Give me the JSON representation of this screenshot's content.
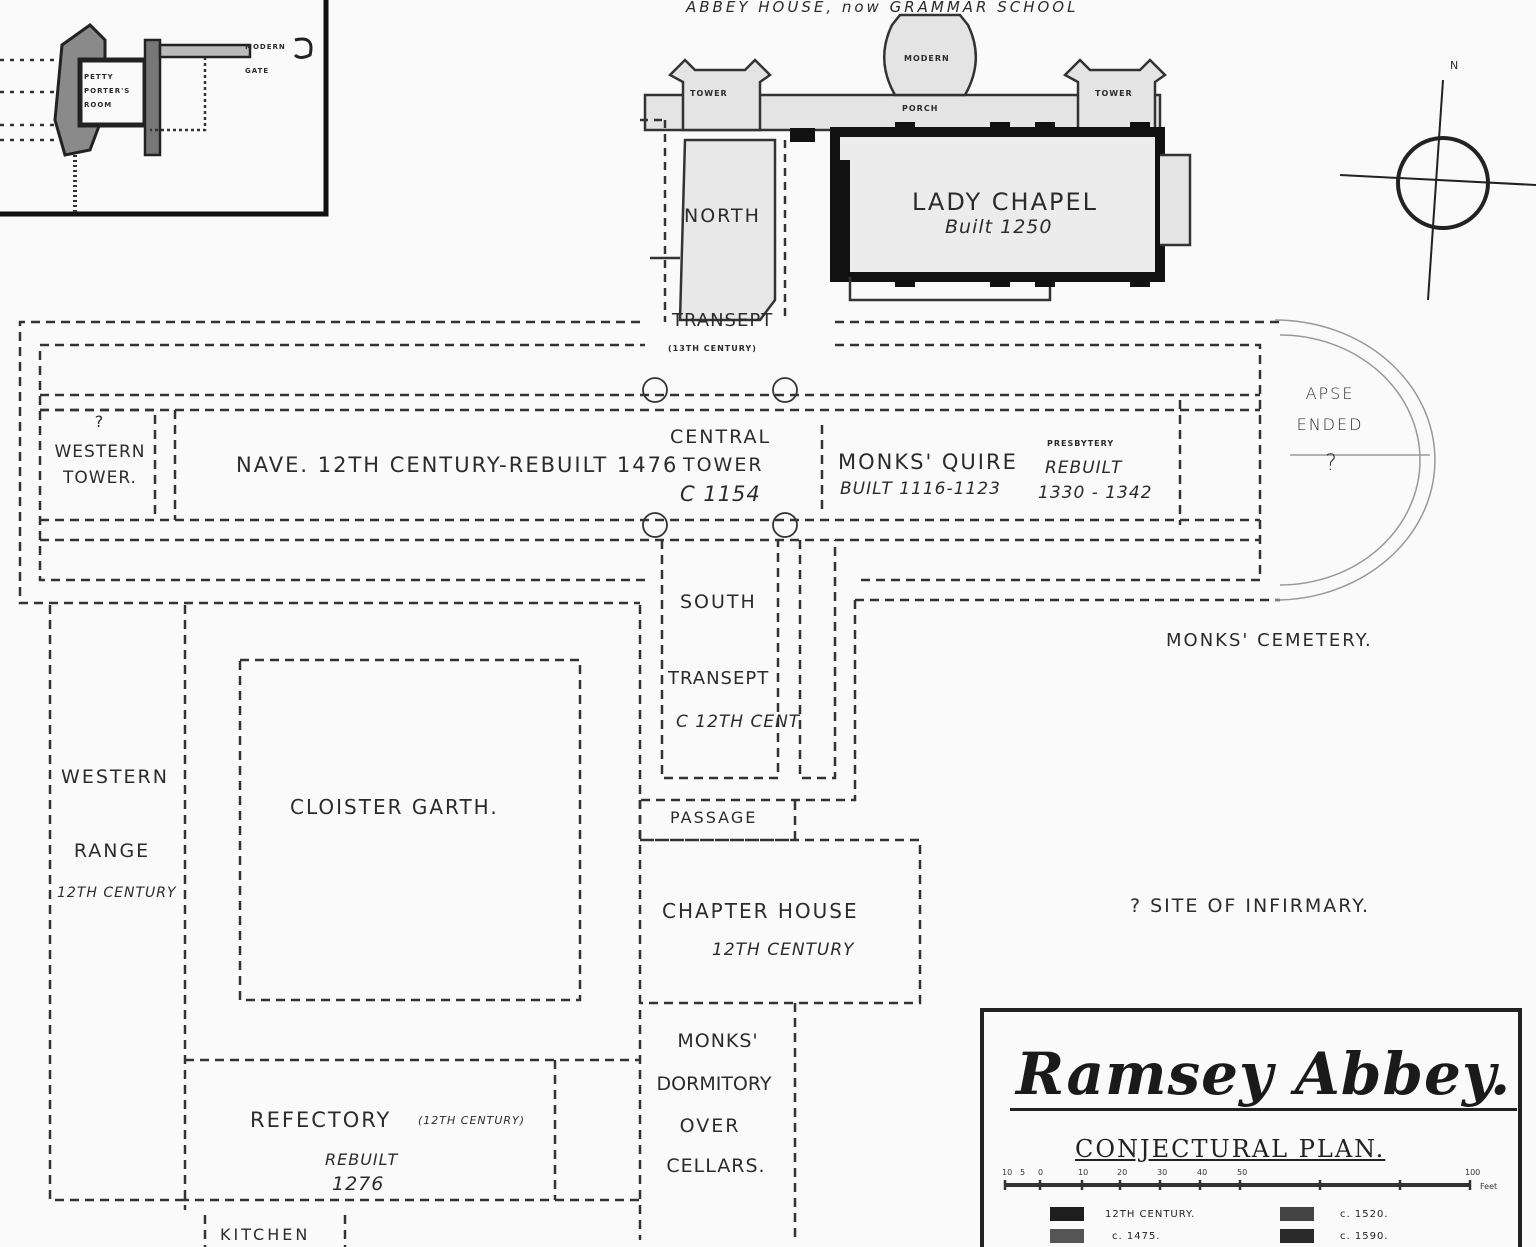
{
  "title": "Ramsey Abbey.",
  "subtitle": "CONJECTURAL PLAN.",
  "top_note": "ABBEY HOUSE, now GRAMMAR SCHOOL",
  "inset": {
    "porters_room": "PETTY PORTER'S ROOM",
    "gate": "MODERN GATE"
  },
  "labels": {
    "tower_left": "TOWER",
    "tower_right": "TOWER",
    "porch_upper": "MODERN",
    "porch": "PORCH",
    "north": "NORTH",
    "transept_n": "TRANSEPT",
    "transept_n_note": "(13TH CENTURY)",
    "lady_chapel": "LADY CHAPEL",
    "lady_chapel_note": "Built 1250",
    "western_tower_q": "?",
    "western_tower": "WESTERN",
    "western_tower2": "TOWER.",
    "nave": "NAVE. 12TH CENTURY-REBUILT 1476",
    "central_tower": "CENTRAL",
    "central_tower2": "TOWER",
    "central_tower3": "C 1154",
    "monks_quire": "MONKS' QUIRE",
    "monks_quire_note": "BUILT 1116-1123",
    "presbytery": "PRESBYTERY",
    "presbytery_note": "REBUILT",
    "presbytery_dates": "1330 - 1342",
    "apse": "APSE",
    "apse2": "ENDED",
    "apse_q": "?",
    "south": "SOUTH",
    "transept_s": "TRANSEPT",
    "transept_s_note": "C 12TH CENT",
    "monks_cemetery": "MONKS' CEMETERY.",
    "western_range": "WESTERN",
    "western_range2": "RANGE",
    "western_range_note": "12TH CENTURY",
    "cloister_garth": "CLOISTER GARTH.",
    "passage": "PASSAGE",
    "chapter_house": "CHAPTER HOUSE",
    "chapter_house_note": "12TH CENTURY",
    "infirmary": "? SITE OF INFIRMARY.",
    "dormitory": [
      "MONKS'",
      "DORMITORY",
      "OVER",
      "CELLARS."
    ],
    "refectory": "REFECTORY",
    "refectory_note": "(12TH CENTURY)",
    "refectory_rebuilt": "REBUILT",
    "refectory_date": "1276",
    "kitchen": "KITCHEN",
    "north_arrow": "N"
  },
  "scale": {
    "ticks": [
      "10",
      "5",
      "0",
      "10",
      "20",
      "30",
      "40",
      "50",
      "100"
    ],
    "unit": "Feet"
  },
  "legend": [
    {
      "label": "12TH CENTURY.",
      "color": "#1e1e1e"
    },
    {
      "label": "c. 1475.",
      "color": "#555555"
    },
    {
      "label": "c. 1520.",
      "color": "#444444"
    },
    {
      "label": "c. 1590.",
      "color": "#2a2a2a"
    }
  ]
}
